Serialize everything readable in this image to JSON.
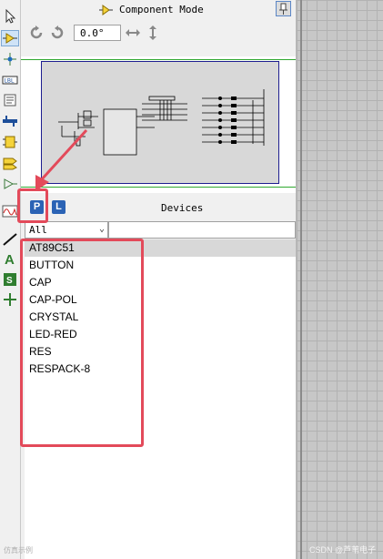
{
  "panel": {
    "title": "Component Mode",
    "angle_value": "0.0°",
    "devices_label": "Devices",
    "p_button": "P",
    "l_button": "L",
    "filter_value": "All",
    "devices": [
      "AT89C51",
      "BUTTON",
      "CAP",
      "CAP-POL",
      "CRYSTAL",
      "LED-RED",
      "RES",
      "RESPACK-8"
    ],
    "selected_device": "AT89C51"
  },
  "watermark": "CSDN @芦苇电子",
  "watermark_left": "仿真示例",
  "colors": {
    "annotation_red": "#e34a5a",
    "selection_blue": "#2b63b5",
    "preview_border": "#1d1d8f",
    "canvas_grid": "#c7c7c7"
  },
  "icons": {
    "toolbar": [
      "selection-arrow-icon",
      "component-icon",
      "junction-dot-icon",
      "wire-label-icon",
      "text-script-icon",
      "bus-icon",
      "subcircuit-icon",
      "terminal-icon",
      "device-pin-icon",
      "graph-icon",
      "line-icon",
      "text-icon",
      "symbol-icon",
      "marker-icon"
    ]
  }
}
